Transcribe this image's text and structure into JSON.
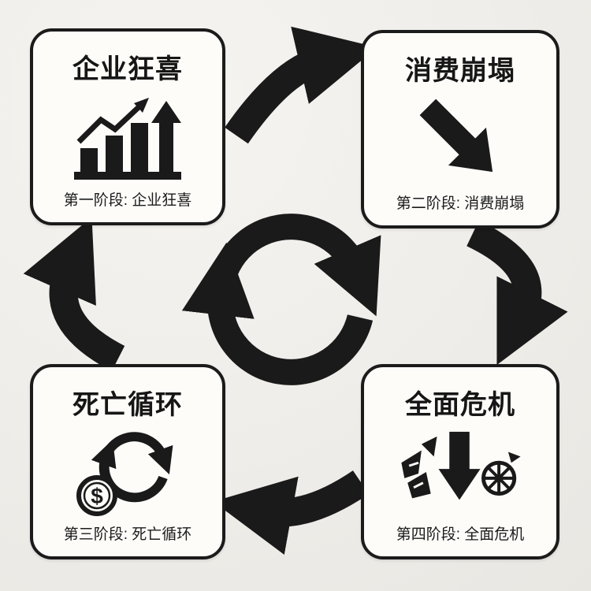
{
  "stages": [
    {
      "title": "企业狂喜",
      "caption": "第一阶段: 企业狂喜",
      "icon": "bar-chart-growth-icon"
    },
    {
      "title": "消费崩塌",
      "caption": "第二阶段: 消费崩塌",
      "icon": "down-right-arrow-icon"
    },
    {
      "title": "死亡循环",
      "caption": "第三阶段: 死亡循环",
      "icon": "money-cycle-icon",
      "coin_symbol": "$"
    },
    {
      "title": "全面危机",
      "caption": "第四阶段: 全面危机",
      "icon": "shattered-collapse-icon"
    }
  ],
  "flow": [
    {
      "arrow": "top",
      "from": "企业狂喜",
      "to": "消费崩塌"
    },
    {
      "arrow": "right",
      "from": "消费崩塌",
      "to": "全面危机"
    },
    {
      "arrow": "bottom",
      "from": "全面危机",
      "to": "死亡循环"
    },
    {
      "arrow": "left",
      "from": "死亡循环",
      "to": "企业狂喜"
    },
    {
      "arrow": "center-cycle"
    }
  ],
  "colors": {
    "ink": "#1a1a1a",
    "card_bg": "#fdfcf9",
    "canvas_bg": "#efedea",
    "card_border": "#1b1b1b"
  }
}
